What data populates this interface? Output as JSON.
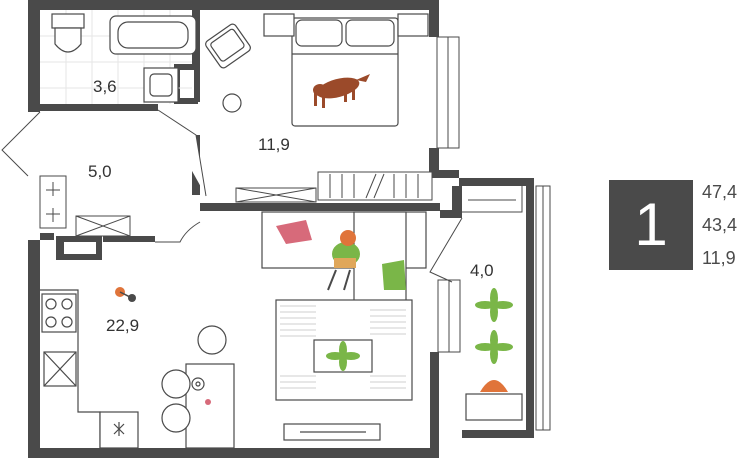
{
  "rooms": {
    "bathroom": "3,6",
    "hall": "5,0",
    "bedroom": "11,9",
    "balcony": "4,0",
    "kitchen_living": "22,9"
  },
  "summary": {
    "room_count": "1",
    "total_area": "47,4",
    "living_area": "43,4",
    "kitchen_area": "11,9"
  },
  "colors": {
    "wall": "#4a4a4a",
    "accent_green": "#7ab648",
    "accent_pink": "#d76a7a",
    "accent_orange": "#e0743a",
    "dog_brown": "#9b4a2a"
  }
}
